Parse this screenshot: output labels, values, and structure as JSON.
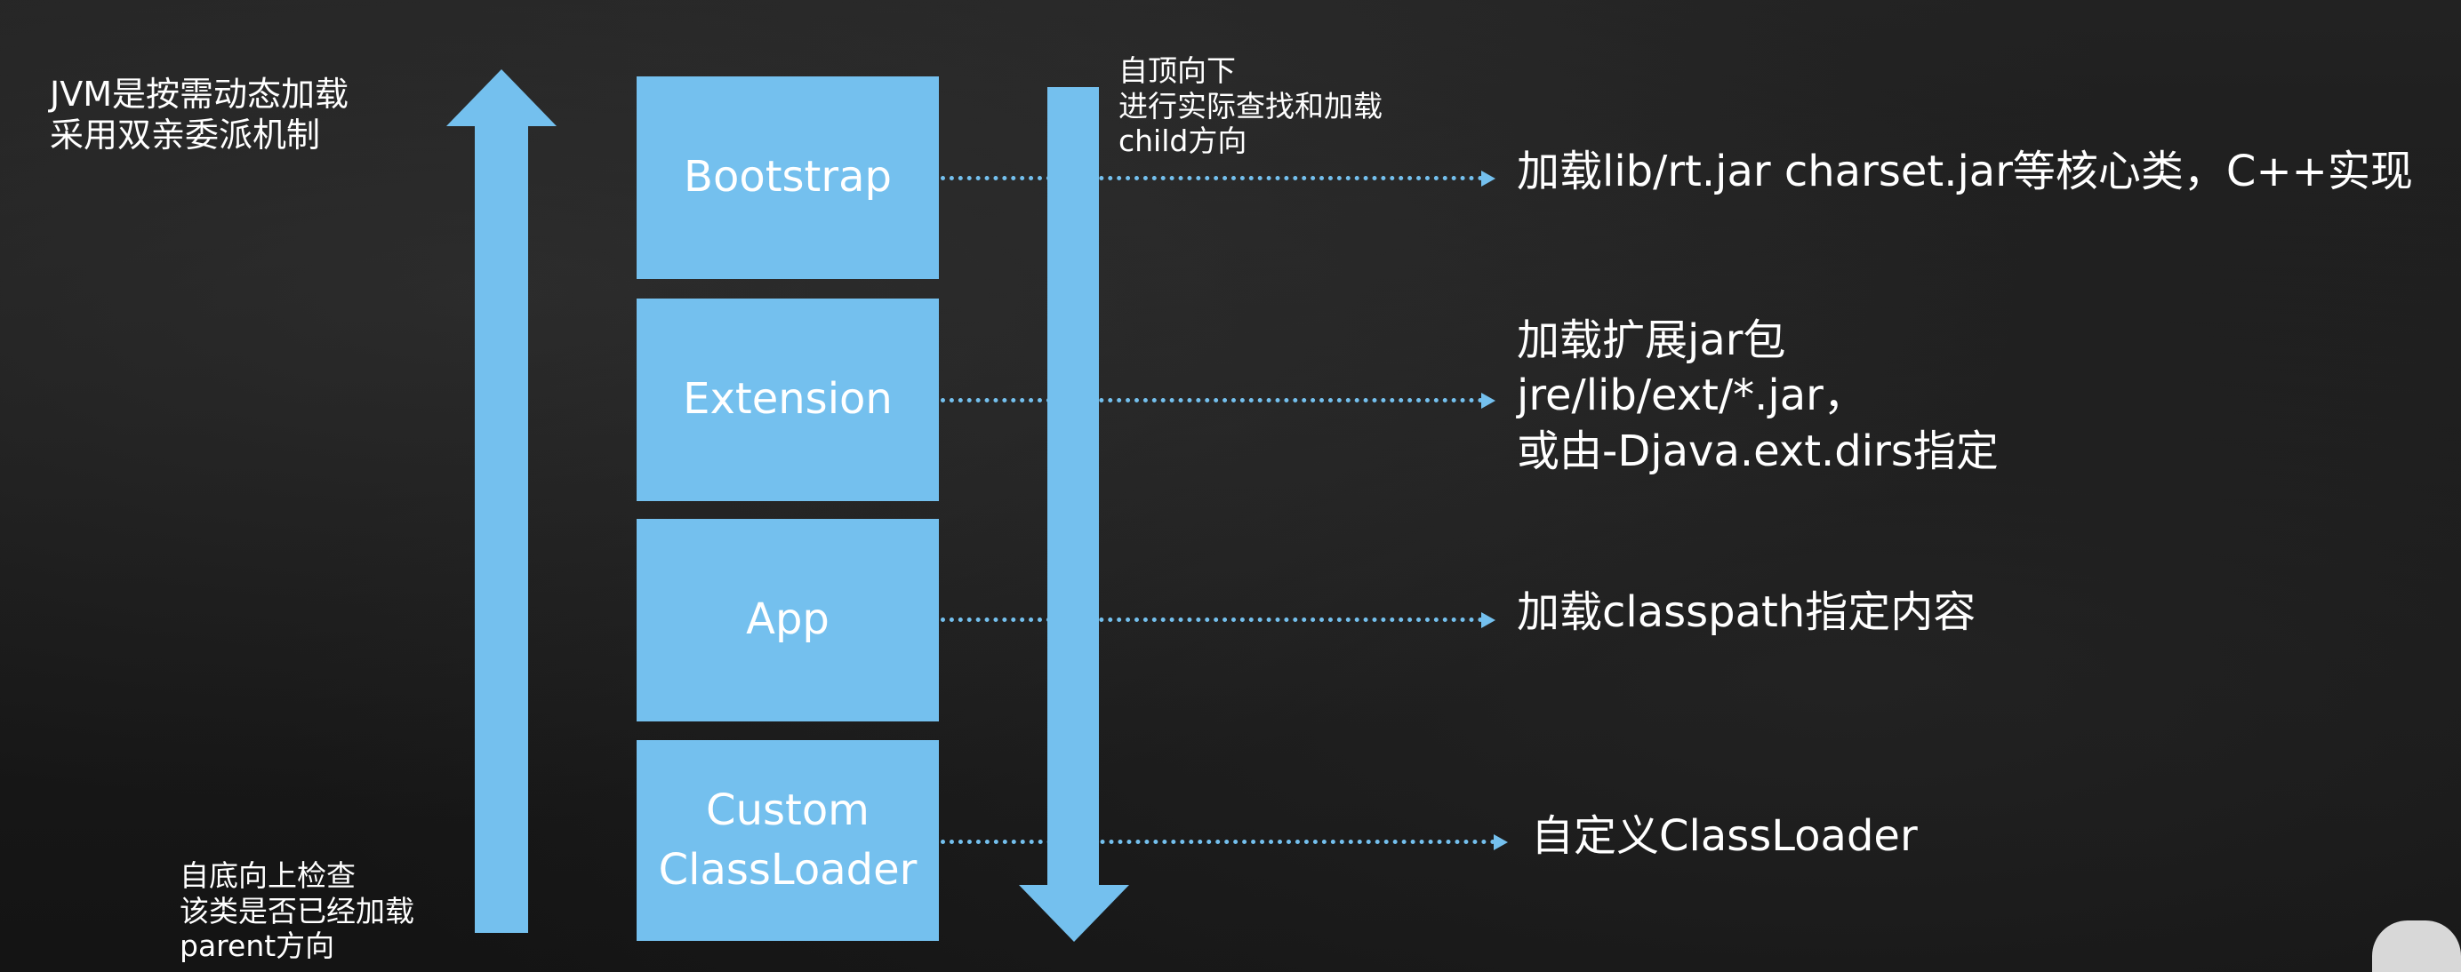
{
  "notes": {
    "jvm": [
      "JVM是按需动态加载",
      "采用双亲委派机制"
    ],
    "top_down": [
      "自顶向下",
      "进行实际查找和加载",
      "child方向"
    ],
    "bottom_up": [
      "自底向上检查",
      "该类是否已经加载",
      "parent方向"
    ]
  },
  "loaders": [
    {
      "label": [
        "Bootstrap"
      ],
      "desc": [
        "加载lib/rt.jar charset.jar等核心类，C++实现"
      ]
    },
    {
      "label": [
        "Extension"
      ],
      "desc": [
        "加载扩展jar包",
        "jre/lib/ext/*.jar，",
        "或由-Djava.ext.dirs指定"
      ]
    },
    {
      "label": [
        "App"
      ],
      "desc": [
        "加载classpath指定内容"
      ]
    },
    {
      "label": [
        "Custom",
        "ClassLoader"
      ],
      "desc": [
        "自定义ClassLoader"
      ]
    }
  ],
  "colors": {
    "accent": "#74c0ee",
    "background": "#1a1a1a",
    "text": "#ffffff"
  },
  "icons": {
    "up_arrow": "arrow-up-icon",
    "down_arrow": "arrow-down-icon",
    "corner": "mascot-icon"
  }
}
